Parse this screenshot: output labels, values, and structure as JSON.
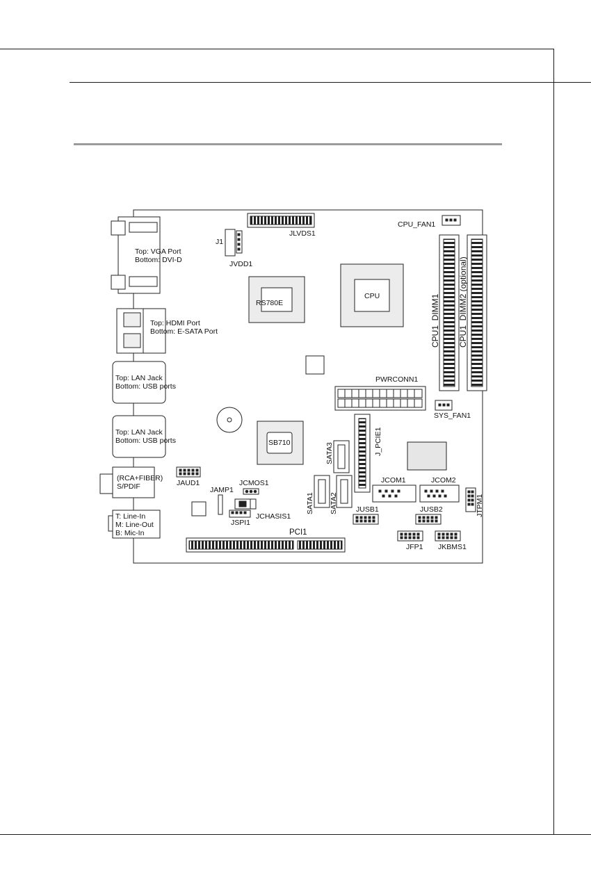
{
  "board": {
    "io": {
      "vga": {
        "top": "Top: VGA Port",
        "bottom": "Bottom: DVI-D"
      },
      "hdmi": {
        "top": "Top: HDMI Port",
        "bottom": "Bottom: E-SATA Port"
      },
      "lan1": {
        "top": "Top: LAN Jack",
        "bottom": "Bottom: USB ports"
      },
      "lan2": {
        "top": "Top: LAN Jack",
        "bottom": "Bottom: USB ports"
      },
      "spdif": {
        "line1": "(RCA+FIBER)",
        "line2": "S/PDIF"
      },
      "audio": {
        "line1": "T: Line-In",
        "line2": "M: Line-Out",
        "line3": "B: Mic-In"
      }
    },
    "labels": {
      "jlvds1": "JLVDS1",
      "cpu_fan1": "CPU_FAN1",
      "j1": "J1",
      "jvdd1": "JVDD1",
      "rs780e": "RS780E",
      "cpu": "CPU",
      "cpu1_dimm1": "CPU1_DIMM1",
      "cpu1_dimm2": "CPU1_DIMM2 (optional)",
      "pwrconn1": "PWRCONN1",
      "sys_fan1": "SYS_FAN1",
      "sb710": "SB710",
      "sata3": "SATA3",
      "j_pcie1": "J_PCIE1",
      "jaud1": "JAUD1",
      "jcmos1": "JCMOS1",
      "jamp1": "JAMP1",
      "jspi1": "JSPI1",
      "jchasis1": "JCHASIS1",
      "sata1": "SATA1",
      "sata2": "SATA2",
      "jcom1": "JCOM1",
      "jcom2": "JCOM2",
      "jusb1": "JUSB1",
      "jusb2": "JUSB2",
      "jtpm1": "JTPM1",
      "pci1": "PCI1",
      "jfp1": "JFP1",
      "jkbms1": "JKBMS1"
    }
  }
}
